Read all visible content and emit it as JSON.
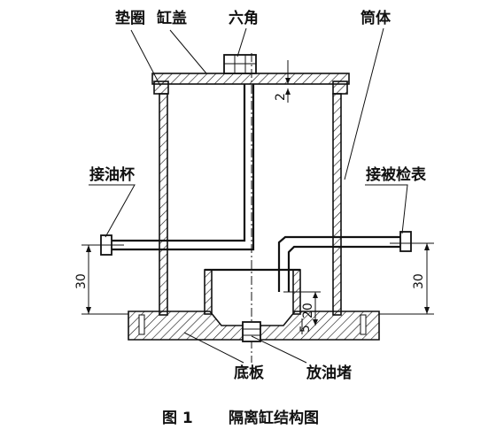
{
  "labels": {
    "gasket": "垫圈",
    "lid": "缸盖",
    "hex": "六角",
    "barrel": "筒体",
    "oil_cup": "接油杯",
    "test_meter": "接被检表",
    "base_plate": "底板",
    "drain_plug": "放油堵"
  },
  "dimensions": {
    "left_height": "30",
    "right_height": "30",
    "inner_height": "20",
    "gap": "2",
    "small": "5"
  },
  "caption": {
    "number": "图 1",
    "title": "隔离缸结构图"
  }
}
